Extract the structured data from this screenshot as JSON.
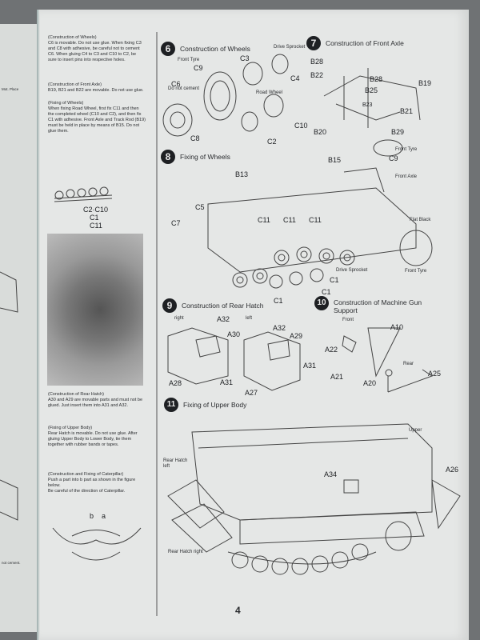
{
  "page_number": "4",
  "left_page_fragments": {
    "top_label": "Mot.\nPlace",
    "bottom_label": "not cement."
  },
  "instructions": {
    "wheels": {
      "title": "(Construction of Wheels)",
      "text": "C6 is movable. Do not use glue. When fixing C3 and C8 with adhesive, be careful not to cement C6. When gluing C4 to C3 and C10 to C2, be sure to insert pins into respective holes."
    },
    "front_axle": {
      "title": "(Construction of Front Axle)",
      "text": "B19, B21 and B22 are movable. Do not use glue."
    },
    "fixing_wheels": {
      "title": "(Fixing of Wheels)",
      "text": "When fixing Road Wheel, first fix C11 and then the completed wheel (C10 and C2), and then fix C1 with adhesive. Front Axle and Track Rod (B19) must be held in place by means of B15. Do not glue them."
    },
    "rear_hatch": {
      "title": "(Construction of Rear Hatch)",
      "text": "A30 and A29 are movable parts and must not be glued. Just insert them into A31 and A32."
    },
    "upper_body": {
      "title": "(Fixing of Upper Body)",
      "text": "Rear Hatch is movable. Do not use glue. After gluing Upper Body to Lower Body, tie them together with rubber bands or tapes."
    },
    "caterpillar": {
      "title": "(Construction and Fixing of Caterpillar)",
      "text": "Push a part into b part as shown in the figure below.",
      "note": "Be careful of the direction of Caterpillar."
    },
    "side_labels": [
      "C2·C10",
      "C1",
      "C11"
    ],
    "cat_labels": [
      "b",
      "a"
    ]
  },
  "steps": [
    {
      "number": "6",
      "title": "Construction of Wheels"
    },
    {
      "number": "7",
      "title": "Construction of Front Axle"
    },
    {
      "number": "8",
      "title": "Fixing of Wheels"
    },
    {
      "number": "9",
      "title": "Construction of Rear Hatch"
    },
    {
      "number": "10",
      "title": "Construction of Machine Gun Support"
    },
    {
      "number": "11",
      "title": "Fixing of Upper Body"
    }
  ],
  "step6_labels": {
    "drive_sprocket": "Drive Sprocket",
    "front_tyre": "Front Tyre",
    "do_not_cement": "Do not cement",
    "road_wheel": "Road Wheel",
    "parts": [
      "C3",
      "C4",
      "C9",
      "C6",
      "C8",
      "C10",
      "C2"
    ]
  },
  "step7_parts": [
    "B28",
    "B22",
    "B28",
    "B25",
    "B19",
    "B21",
    "B20",
    "B29",
    "B23"
  ],
  "step8_labels": {
    "front_tyre": "Front Tyre",
    "front_axle": "Front Axle",
    "flat_black": "Flat Black",
    "drive_sprocket": "Drive Sprocket",
    "parts": [
      "C9",
      "B15",
      "B13",
      "C5",
      "C7",
      "C11",
      "C11",
      "C11",
      "C1",
      "C1",
      "C1"
    ]
  },
  "step9_labels": {
    "right": "right",
    "left": "left",
    "parts": [
      "A32",
      "A30",
      "A32",
      "A29",
      "A31",
      "A31",
      "A28",
      "A27"
    ]
  },
  "step10_labels": {
    "front": "Front",
    "rear": "Rear",
    "parts": [
      "A10",
      "A22",
      "A21",
      "A20",
      "A25"
    ]
  },
  "step11_labels": {
    "upper": "Upper",
    "rear_hatch_left": "Rear Hatch\nleft",
    "rear_hatch_right": "Rear Hatch right",
    "parts": [
      "A34",
      "A26"
    ]
  }
}
